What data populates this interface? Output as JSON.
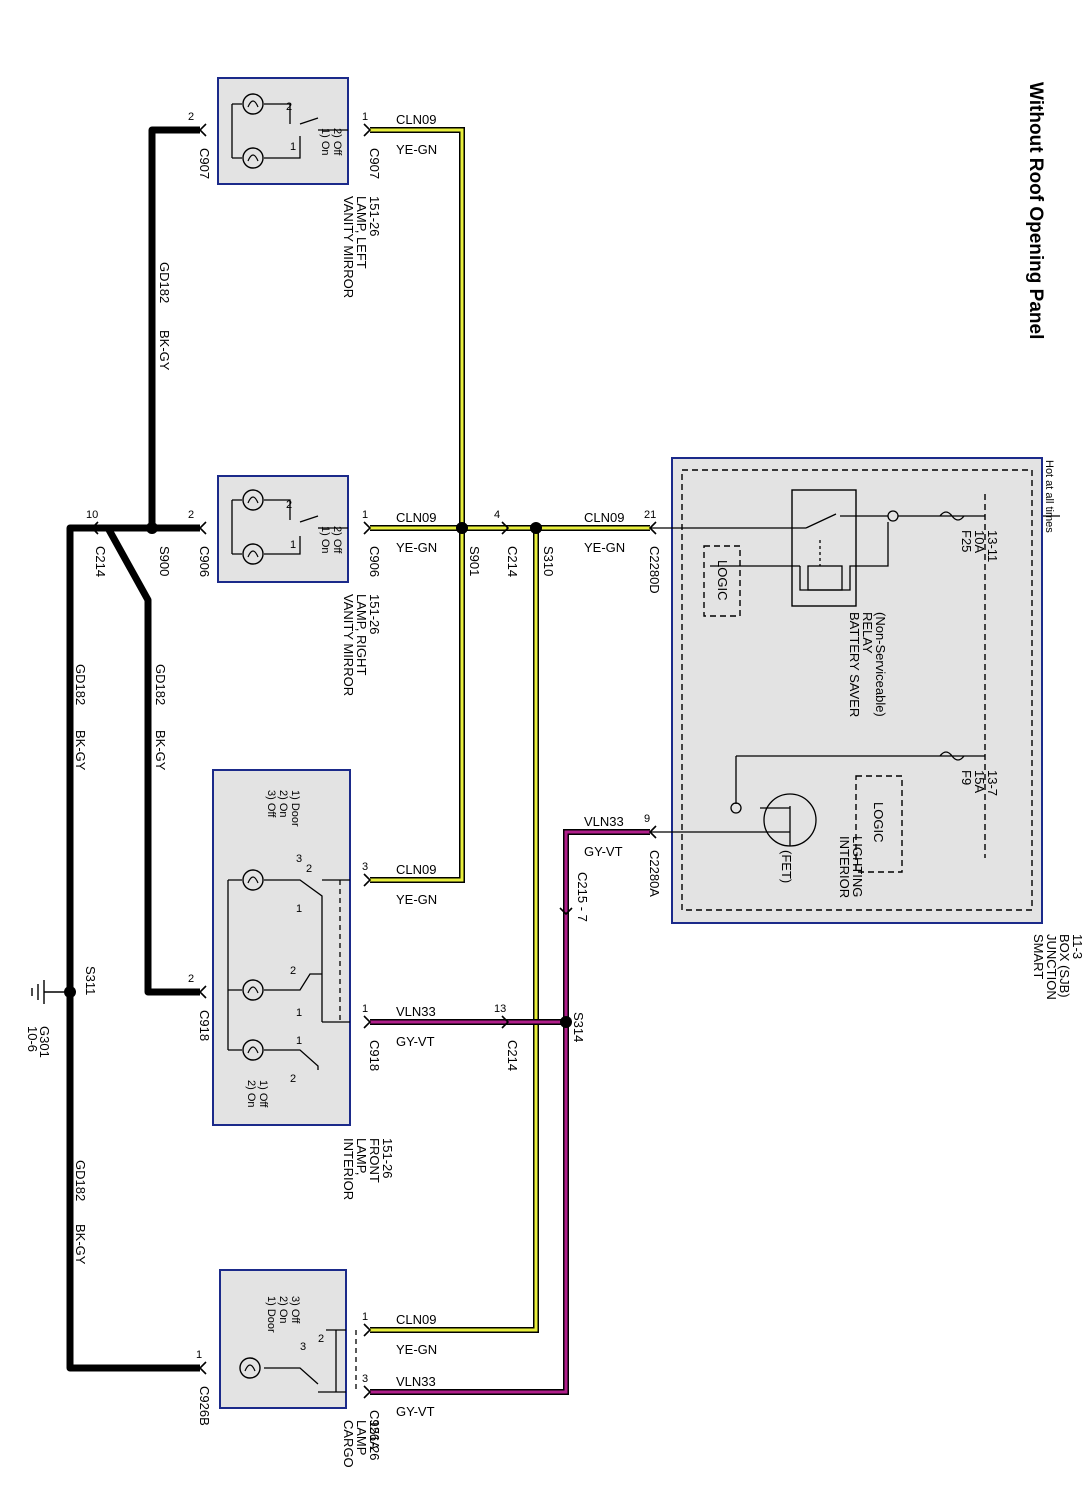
{
  "title": "Without Roof Opening Panel",
  "colors": {
    "ground_wire": "#000000",
    "ye_gn_outer": "#000000",
    "ye_gn_inner": "#e8ef3c",
    "gy_vt_outer": "#000000",
    "gy_vt_inner": "#b01e8a",
    "box_border": "#1b2a8a",
    "box_fill": "#e3e3e3"
  },
  "hot_label": "Hot at all times",
  "components": {
    "vanity_left": [
      "VANITY MIRROR",
      "LAMP, LEFT",
      "151-26"
    ],
    "vanity_right": [
      "VANITY MIRROR",
      "LAMP, RIGHT",
      "151-26"
    ],
    "interior_front": [
      "INTERIOR",
      "LAMP,",
      "FRONT",
      "151-26"
    ],
    "cargo": [
      "CARGO",
      "LAMP",
      "151-26"
    ],
    "sjb": [
      "SMART",
      "JUNCTION",
      "BOX (SJB)",
      "11-3"
    ],
    "relay": [
      "BATTERY SAVER",
      "RELAY",
      "(Non-Serviceable)"
    ],
    "interior_lighting": [
      "INTERIOR",
      "LIGHTING"
    ],
    "fet": "(FET)",
    "logic": "LOGIC",
    "f25": [
      "F25",
      "10A",
      "13-11"
    ],
    "f9": [
      "F9",
      "15A",
      "13-7"
    ]
  },
  "switch_labels": {
    "vanity": [
      "1) On",
      "2) Off"
    ],
    "interior_upper": [
      "3) Off",
      "2) On",
      "1) Door"
    ],
    "interior_lower": [
      "2) On",
      "1) Off"
    ],
    "cargo": [
      "1) Door",
      "2) On",
      "3) Off"
    ]
  },
  "wires": {
    "cln09": "CLN09",
    "ye_gn": "YE-GN",
    "vln33": "VLN33",
    "gy_vt": "GY-VT",
    "gd182": "GD182",
    "bk_gy": "BK-GY"
  },
  "connectors": {
    "c907": "C907",
    "c906": "C906",
    "c918": "C918",
    "c926a": "C926A",
    "c926b": "C926B",
    "c214": "C214",
    "c2280d": "C2280D",
    "c2280a": "C2280A",
    "c215_7": "C215 - 7"
  },
  "splices": {
    "s900": "S900",
    "s901": "S901",
    "s310": "S310",
    "s311": "S311",
    "s314": "S314"
  },
  "ground": {
    "name": "G301",
    "ref": "10-6"
  },
  "pins": {
    "p1": "1",
    "p2": "2",
    "p3": "3",
    "p4": "4",
    "p9": "9",
    "p10": "10",
    "p13": "13",
    "p21": "21"
  }
}
